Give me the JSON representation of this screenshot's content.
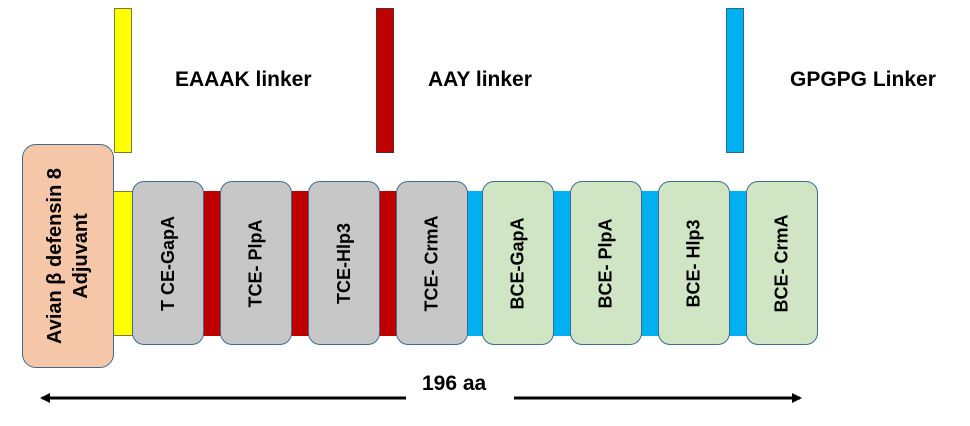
{
  "colors": {
    "eaaak": "#ffff00",
    "aay": "#c00000",
    "gpgpg": "#00b0f0",
    "tce_block": "#c7c7c7",
    "bce_block": "#cfe5c3",
    "adjuvant": "#f5c6a7"
  },
  "legend": {
    "eaaak": "EAAAK linker",
    "aay": "AAY linker",
    "gpgpg": "GPGPG Linker"
  },
  "adjuvant": {
    "line1": "Avian β defensin 8",
    "line2": "Adjuvant"
  },
  "blocks": [
    {
      "label": "T CE-GapA"
    },
    {
      "label": "TCE- PlpA"
    },
    {
      "label": "TCE-Hlp3"
    },
    {
      "label": "TCE- CrmA"
    },
    {
      "label": "BCE-GapA"
    },
    {
      "label": "BCE- PlpA"
    },
    {
      "label": "BCE- Hlp3"
    },
    {
      "label": "BCE- CrmA"
    }
  ],
  "length_label": "196 aa"
}
